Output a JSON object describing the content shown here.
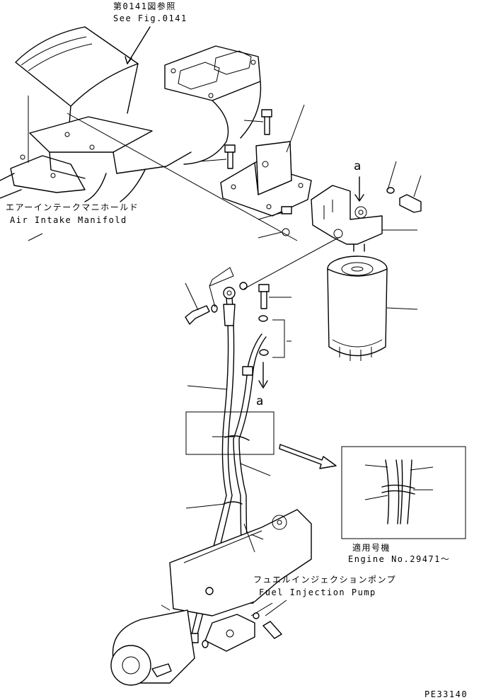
{
  "references": {
    "see_fig_jp": "第0141図参照",
    "see_fig_en": "See Fig.0141"
  },
  "parts": {
    "air_intake_manifold_jp": "エアーインテークマニホールド",
    "air_intake_manifold_en": "Air Intake Manifold",
    "fuel_injection_pump_jp": "フュエルインジェクションポンプ",
    "fuel_injection_pump_en": "Fuel Injection Pump"
  },
  "markers": {
    "flow_a_top": "a",
    "flow_a_bottom": "a"
  },
  "applicability": {
    "label_jp": "適用号機",
    "serial_en": "Engine No.29471～"
  },
  "drawing_code": "PE33140"
}
